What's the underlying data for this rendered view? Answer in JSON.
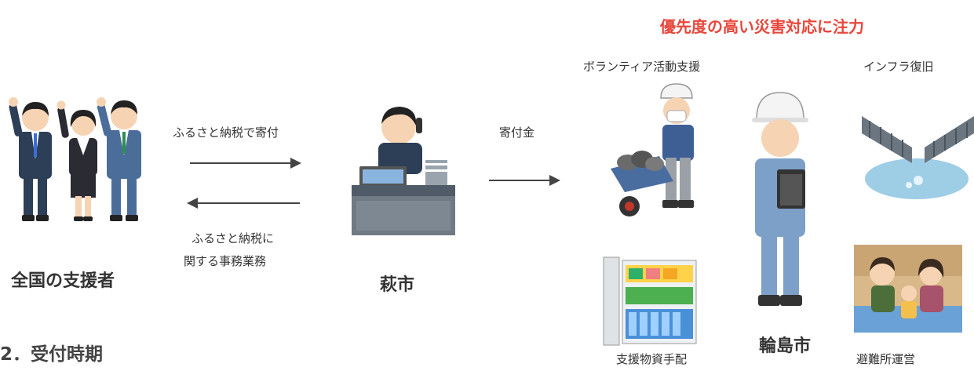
{
  "priority_heading": "優先度の高い災害対応に注力",
  "nodes": {
    "supporters": "全国の支援者",
    "hagi": "萩市",
    "wajima": "輪島市"
  },
  "flows": {
    "donation": "ふるさと納税で寄付",
    "admin_line1": "ふるさと納税に",
    "admin_line2": "関する事務業務",
    "funds": "寄付金"
  },
  "activities": {
    "volunteer": "ボランティア活動支援",
    "infrastructure": "インフラ復旧",
    "supplies": "支援物資手配",
    "shelter": "避難所運営"
  },
  "section_heading": "2．受付時期",
  "colors": {
    "accent_red": "#e8473b",
    "arrow": "#444444",
    "suit": "#2d3e57",
    "work_blue": "#7da0c8"
  }
}
